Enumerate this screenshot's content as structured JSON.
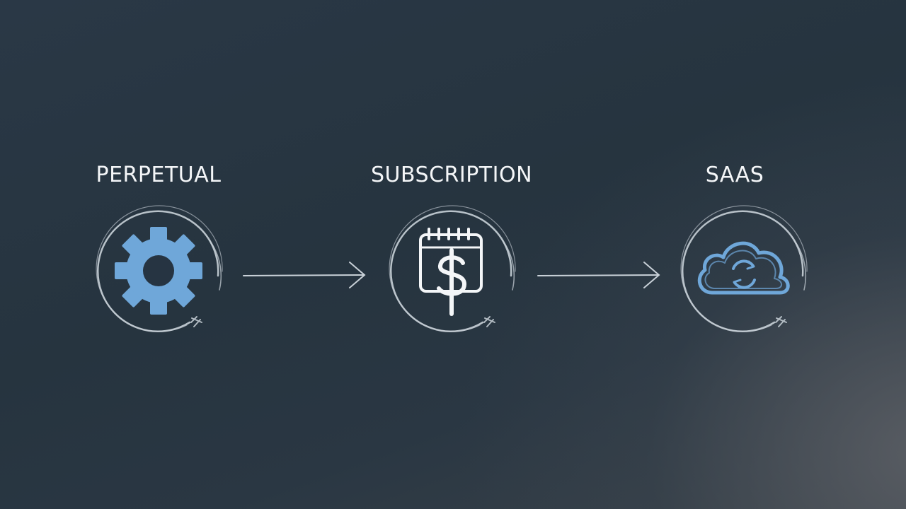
{
  "stages": [
    {
      "id": "perpetual",
      "label": "PERPETUAL",
      "icon": "gear-icon"
    },
    {
      "id": "subscription",
      "label": "SUBSCRIPTION",
      "icon": "calendar-dollar-icon"
    },
    {
      "id": "saas",
      "label": "SAAS",
      "icon": "cloud-sync-icon"
    }
  ],
  "colors": {
    "background": "#243240",
    "accent_blue": "#6fa7d9",
    "ring": "#c9d1d8",
    "text": "#f4f6f8"
  }
}
